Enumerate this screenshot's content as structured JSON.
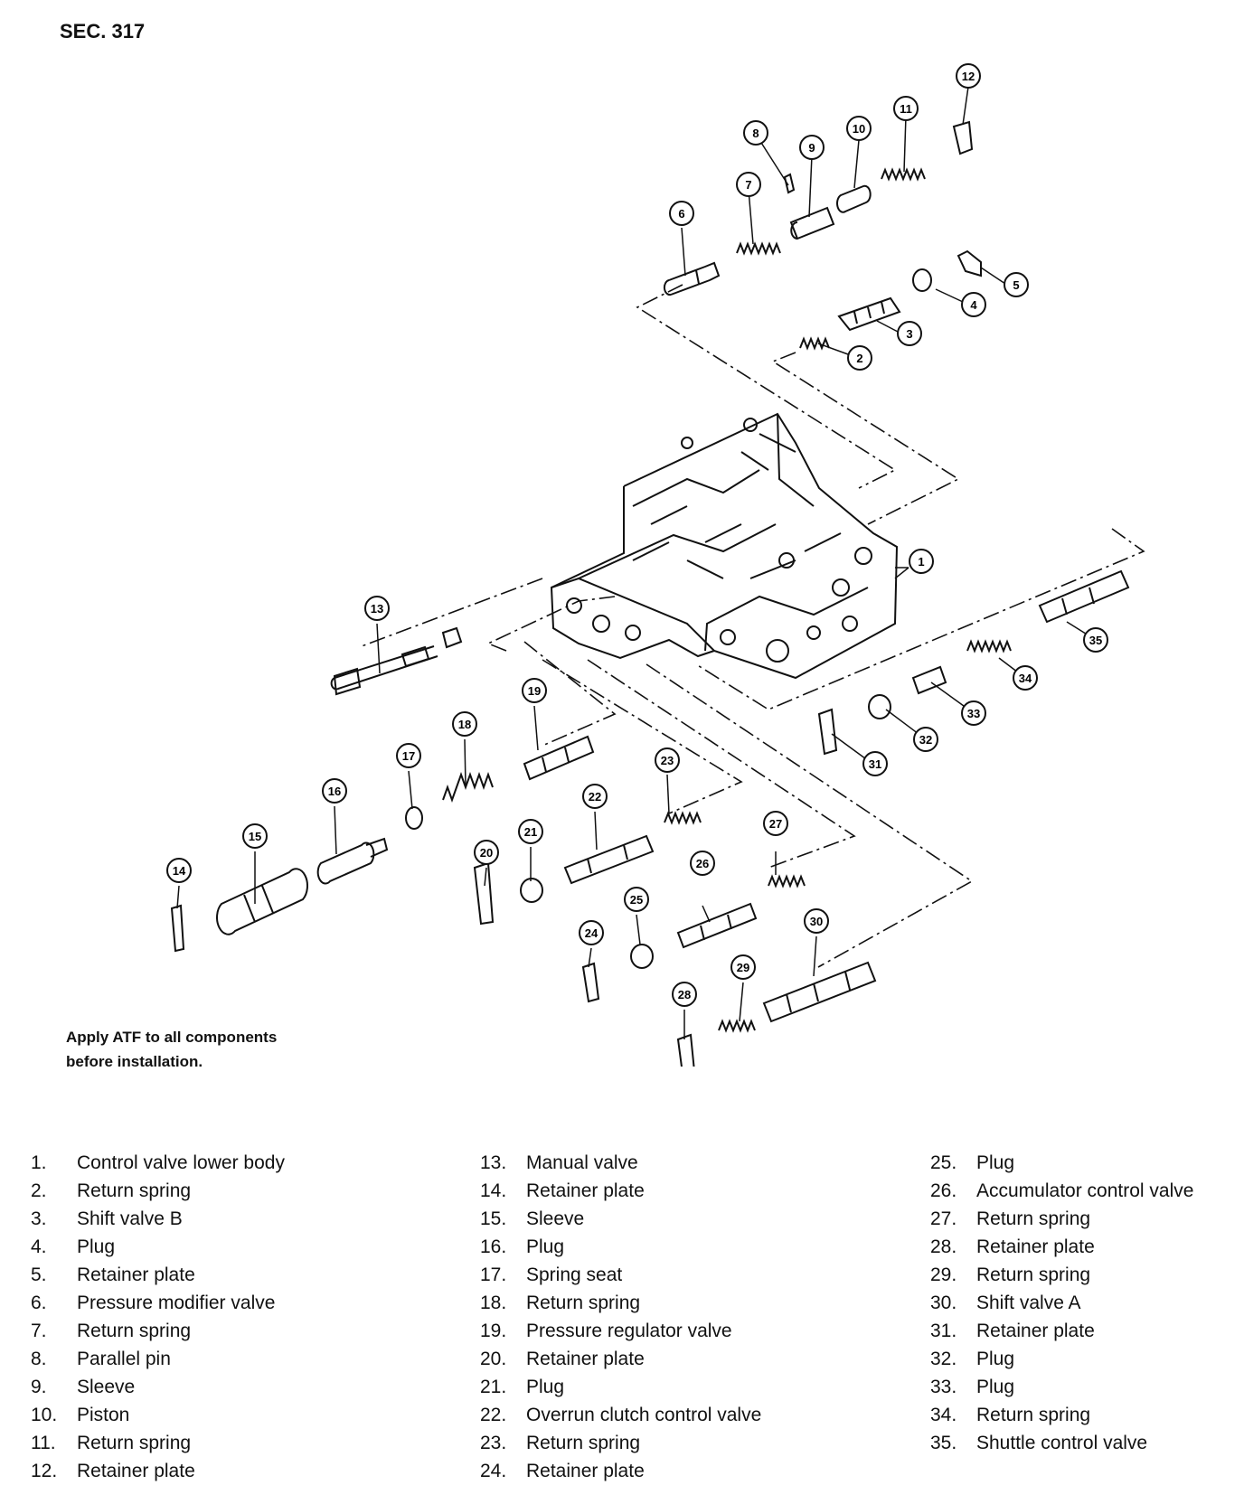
{
  "section_label": "SEC. 317",
  "note": {
    "line1": "Apply ATF to all components",
    "line2": "before installation."
  },
  "callouts": [
    "1",
    "2",
    "3",
    "4",
    "5",
    "6",
    "7",
    "8",
    "9",
    "10",
    "11",
    "12",
    "13",
    "14",
    "15",
    "16",
    "17",
    "18",
    "19",
    "20",
    "21",
    "22",
    "23",
    "24",
    "25",
    "26",
    "27",
    "28",
    "29",
    "30",
    "31",
    "32",
    "33",
    "34",
    "35"
  ],
  "legend": {
    "col1": [
      {
        "num": "1.",
        "label": "Control valve lower body"
      },
      {
        "num": "2.",
        "label": "Return spring"
      },
      {
        "num": "3.",
        "label": "Shift valve B"
      },
      {
        "num": "4.",
        "label": "Plug"
      },
      {
        "num": "5.",
        "label": "Retainer plate"
      },
      {
        "num": "6.",
        "label": "Pressure modifier valve"
      },
      {
        "num": "7.",
        "label": "Return spring"
      },
      {
        "num": "8.",
        "label": "Parallel pin"
      },
      {
        "num": "9.",
        "label": "Sleeve"
      },
      {
        "num": "10.",
        "label": "Piston"
      },
      {
        "num": "11.",
        "label": "Return spring"
      },
      {
        "num": "12.",
        "label": "Retainer plate"
      }
    ],
    "col2": [
      {
        "num": "13.",
        "label": "Manual valve"
      },
      {
        "num": "14.",
        "label": "Retainer plate"
      },
      {
        "num": "15.",
        "label": "Sleeve"
      },
      {
        "num": "16.",
        "label": "Plug"
      },
      {
        "num": "17.",
        "label": "Spring seat"
      },
      {
        "num": "18.",
        "label": "Return spring"
      },
      {
        "num": "19.",
        "label": "Pressure regulator valve"
      },
      {
        "num": "20.",
        "label": "Retainer plate"
      },
      {
        "num": "21.",
        "label": "Plug"
      },
      {
        "num": "22.",
        "label": "Overrun clutch control valve"
      },
      {
        "num": "23.",
        "label": "Return spring"
      },
      {
        "num": "24.",
        "label": "Retainer plate"
      }
    ],
    "col3": [
      {
        "num": "25.",
        "label": "Plug"
      },
      {
        "num": "26.",
        "label": "Accumulator control valve"
      },
      {
        "num": "27.",
        "label": "Return spring"
      },
      {
        "num": "28.",
        "label": "Retainer plate"
      },
      {
        "num": "29.",
        "label": "Return spring"
      },
      {
        "num": "30.",
        "label": "Shift valve A"
      },
      {
        "num": "31.",
        "label": "Retainer plate"
      },
      {
        "num": "32.",
        "label": "Plug"
      },
      {
        "num": "33.",
        "label": "Plug"
      },
      {
        "num": "34.",
        "label": "Return spring"
      },
      {
        "num": "35.",
        "label": "Shuttle control valve"
      }
    ]
  }
}
